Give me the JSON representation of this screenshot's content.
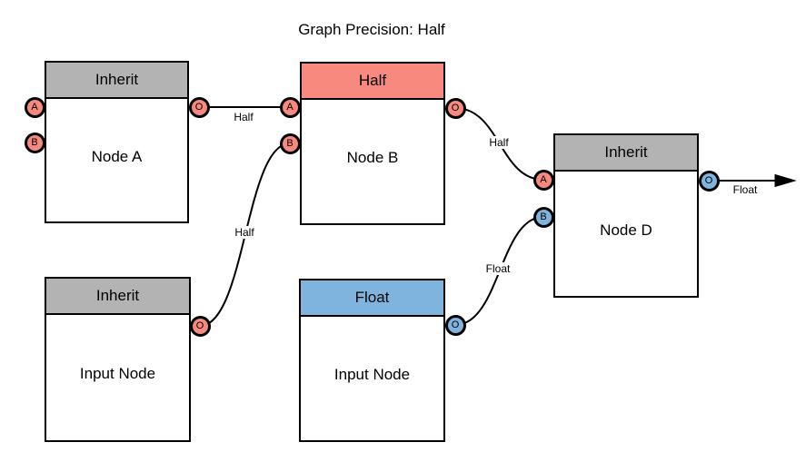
{
  "title": "Graph Precision: Half",
  "colors": {
    "inherit": "#B3B3B3",
    "half": "#F8897E",
    "float": "#7EB4DE",
    "stroke": "#000000",
    "background": "#FFFFFF"
  },
  "nodes": [
    {
      "name": "Node A",
      "precision": "Inherit",
      "label": "Node A",
      "ports": [
        {
          "label": "A"
        },
        {
          "label": "B"
        },
        {
          "label": "O"
        }
      ]
    },
    {
      "name": "Node B",
      "precision": "Half",
      "label": "Node B",
      "ports": [
        {
          "label": "A"
        },
        {
          "label": "B"
        },
        {
          "label": "O"
        }
      ]
    },
    {
      "name": "Node D",
      "precision": "Inherit",
      "label": "Node D",
      "ports": [
        {
          "label": "A"
        },
        {
          "label": "B"
        },
        {
          "label": "O"
        }
      ]
    },
    {
      "name": "Input Node (Inherit)",
      "precision": "Inherit",
      "label": "Input Node",
      "ports": [
        {
          "label": "O"
        }
      ]
    },
    {
      "name": "Input Node (Float)",
      "precision": "Float",
      "label": "Input Node",
      "ports": [
        {
          "label": "O"
        }
      ]
    }
  ],
  "edges": [
    {
      "from": "Node A.O",
      "to": "Node B.A",
      "label": "Half"
    },
    {
      "from": "Input Node (Inherit).O",
      "to": "Node B.B",
      "label": "Half"
    },
    {
      "from": "Node B.O",
      "to": "Node D.A",
      "label": "Half"
    },
    {
      "from": "Input Node (Float).O",
      "to": "Node D.B",
      "label": "Float"
    },
    {
      "from": "Node D.O",
      "to": "graph output",
      "label": "Float"
    }
  ]
}
